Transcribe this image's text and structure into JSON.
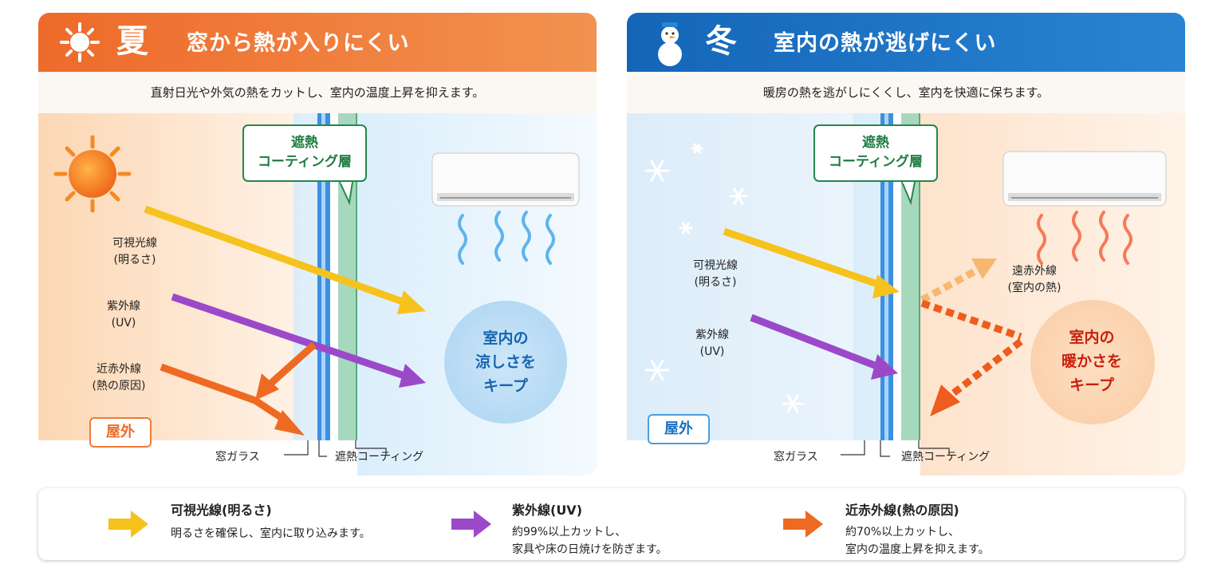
{
  "summer": {
    "season": "夏",
    "title": "窓から熱が入りにくい",
    "subtitle": "直射日光や外気の熱をカットし、室内の温度上昇を抑えます。",
    "bubble": [
      "遮熱",
      "コーティング層"
    ],
    "rays": {
      "visible": [
        "可視光線",
        "(明るさ)"
      ],
      "uv": [
        "紫外線",
        "(UV)"
      ],
      "nir": [
        "近赤外線",
        "(熱の原因)"
      ]
    },
    "outside_badge": "屋外",
    "circle": [
      "室内の",
      "涼しさを",
      "キープ"
    ],
    "caption_glass": "窓ガラス",
    "caption_coating": "遮熱コーティング"
  },
  "winter": {
    "season": "冬",
    "title": "室内の熱が逃げにくい",
    "subtitle": "暖房の熱を逃がしにくくし、室内を快適に保ちます。",
    "bubble": [
      "遮熱",
      "コーティング層"
    ],
    "rays": {
      "visible": [
        "可視光線",
        "(明るさ)"
      ],
      "uv": [
        "紫外線",
        "(UV)"
      ],
      "far_ir": [
        "遠赤外線",
        "(室内の熱)"
      ]
    },
    "outside_badge": "屋外",
    "circle": [
      "室内の",
      "暖かさを",
      "キープ"
    ],
    "caption_glass": "窓ガラス",
    "caption_coating": "遮熱コーティング"
  },
  "legend": [
    {
      "title": "可視光線(明るさ)",
      "lines": [
        "明るさを確保し、室内に取り込みます。"
      ],
      "color": "#f6c21c"
    },
    {
      "title": "紫外線(UV)",
      "lines": [
        "約99%以上カットし、",
        "家具や床の日焼けを防ぎます。"
      ],
      "color": "#9b49c9"
    },
    {
      "title": "近赤外線(熱の原因)",
      "lines": [
        "約70%以上カットし、",
        "室内の温度上昇を抑えます。"
      ],
      "color": "#ee6a22"
    }
  ],
  "colors": {
    "summer_accent": "#ee6a2a",
    "winter_accent": "#1465b8",
    "coating_green": "#23884b",
    "visible": "#f6c21c",
    "uv": "#9b49c9",
    "nir": "#ee6a22",
    "warm_text": "#c8210e",
    "cool_text": "#1566b0"
  }
}
